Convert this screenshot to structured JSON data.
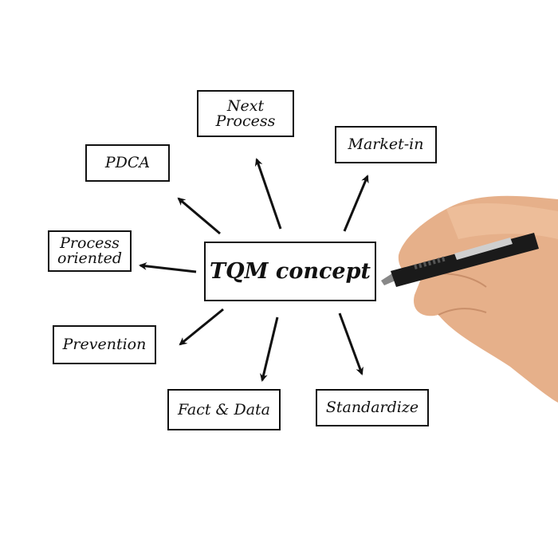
{
  "center": {
    "label": "TQM concept"
  },
  "nodes": {
    "next_process": {
      "line1": "Next",
      "line2": "Process"
    },
    "market_in": {
      "label": "Market-in"
    },
    "pdca": {
      "label": "PDCA"
    },
    "process_oriented": {
      "line1": "Process",
      "line2": "oriented"
    },
    "prevention": {
      "label": "Prevention"
    },
    "fact_data": {
      "label": "Fact & Data"
    },
    "standardize": {
      "label": "Standardize"
    }
  },
  "colors": {
    "ink": "#111111",
    "skin": "#e8b48f",
    "pen": "#1a1a1a"
  }
}
